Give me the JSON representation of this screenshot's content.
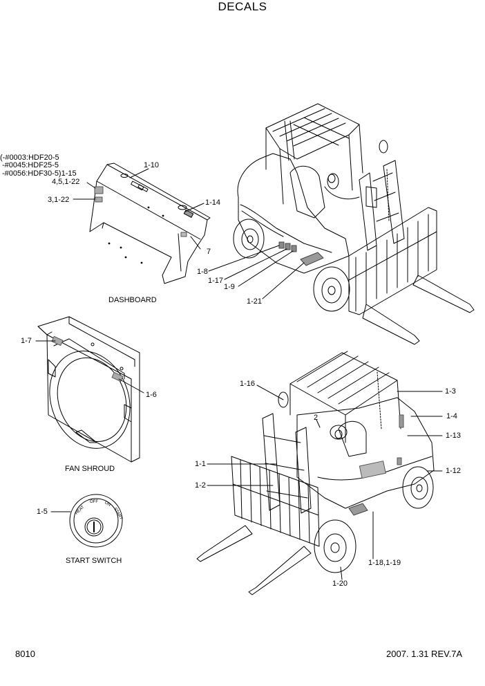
{
  "title": "DECALS",
  "footer": {
    "page_number": "8010",
    "revision": "2007. 1.31  REV.7A"
  },
  "captions": {
    "dashboard": "DASHBOARD",
    "fan_shroud": "FAN SHROUD",
    "start_switch": "START SWITCH"
  },
  "dashboard_notes": [
    "(-#0003:HDF20-5",
    "-#0045:HDF25-5",
    "-#0056:HDF30-5)1-15",
    "4,5,1-22",
    "3,1-22"
  ],
  "callouts": {
    "c1_10": "1-10",
    "c1_14": "1-14",
    "c7": "7",
    "c1_8": "1-8",
    "c1_17": "1-17",
    "c1_9": "1-9",
    "c1_21": "1-21",
    "c1_7": "1-7",
    "c1_6": "1-6",
    "c1_5": "1-5",
    "c1_16": "1-16",
    "c2": "2",
    "c1_3": "1-3",
    "c1_4": "1-4",
    "c1_13": "1-13",
    "c1_12": "1-12",
    "c1_1": "1-1",
    "c1_2": "1-2",
    "c1_18_19": "1-18,1-19",
    "c1_20": "1-20"
  },
  "switch_labels": {
    "heat": "HEAT",
    "off": "OFF",
    "on": "ON",
    "start": "START"
  }
}
